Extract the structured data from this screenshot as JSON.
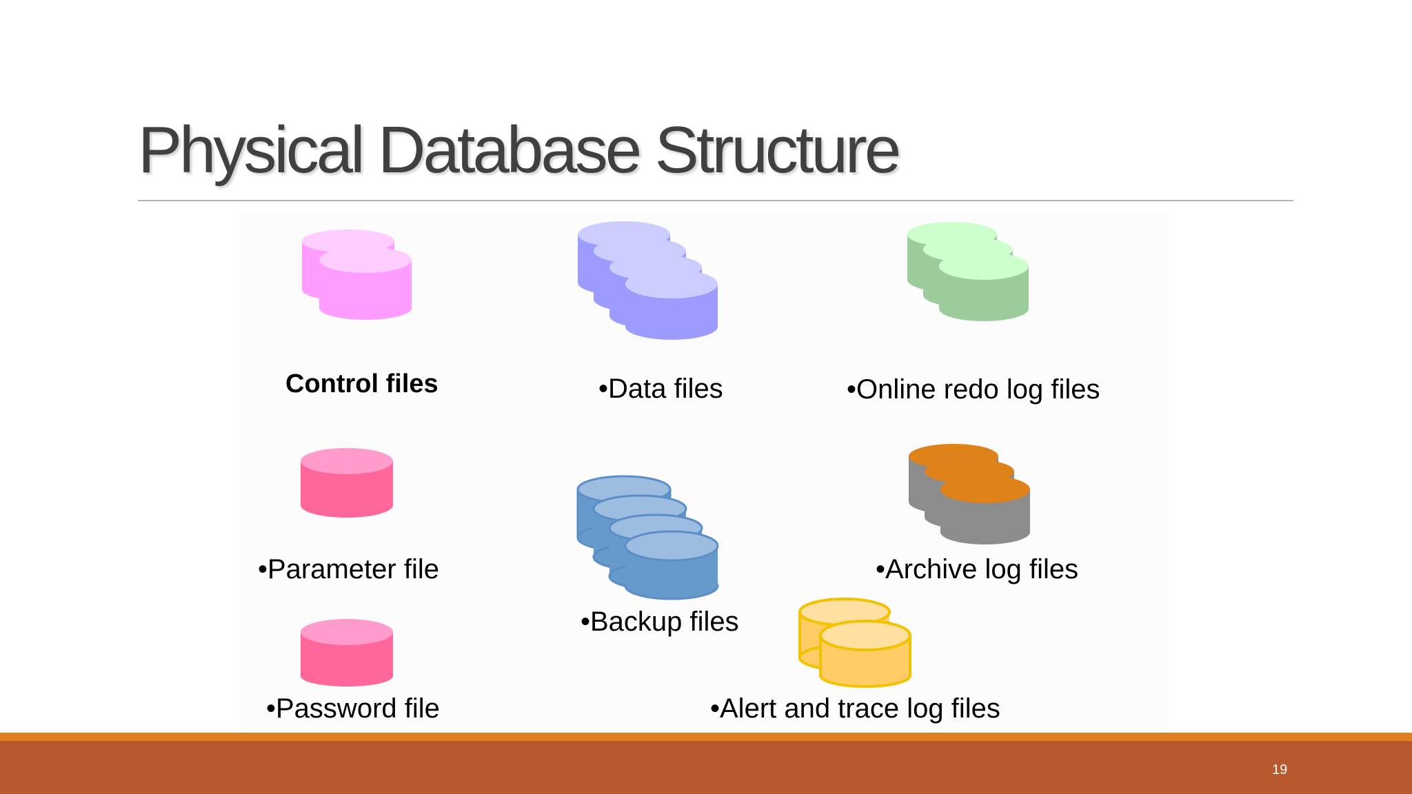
{
  "slide": {
    "title": "Physical Database Structure",
    "page_number": "19"
  },
  "colors": {
    "title": "#404040",
    "footer_accent": "#e07f1f",
    "footer_bar": "#b8582d"
  },
  "items": {
    "control_files": {
      "label": "Control files",
      "icon": "stacked-cylinders-icon",
      "color": "#ff9cff",
      "top_color": "#ffccff"
    },
    "data_files": {
      "label": "•Data files",
      "icon": "stacked-cylinders-icon",
      "color": "#9c9cff",
      "top_color": "#ccccff"
    },
    "online_redo_log_files": {
      "label": "•Online redo log files",
      "icon": "stacked-cylinders-icon",
      "color": "#9ccc9c",
      "top_color": "#ccffcc"
    },
    "parameter_file": {
      "label": "•Parameter file",
      "icon": "cylinder-icon",
      "color": "#ff6699",
      "top_color": "#ff9ccc"
    },
    "backup_files": {
      "label": "•Backup files",
      "icon": "stacked-cylinders-icon",
      "color": "#6699cc",
      "top_color": "#9cbce0"
    },
    "archive_log_files": {
      "label": "•Archive log files",
      "icon": "stacked-cylinders-icon",
      "color": "#8c8c8c",
      "top_color": "#e0821a"
    },
    "password_file": {
      "label": "•Password file",
      "icon": "cylinder-icon",
      "color": "#ff6699",
      "top_color": "#ff9ccc"
    },
    "alert_trace_log_files": {
      "label": "•Alert and trace log files",
      "icon": "stacked-cylinders-icon",
      "color": "#ffcc66",
      "top_color": "#ffe0a0"
    }
  }
}
